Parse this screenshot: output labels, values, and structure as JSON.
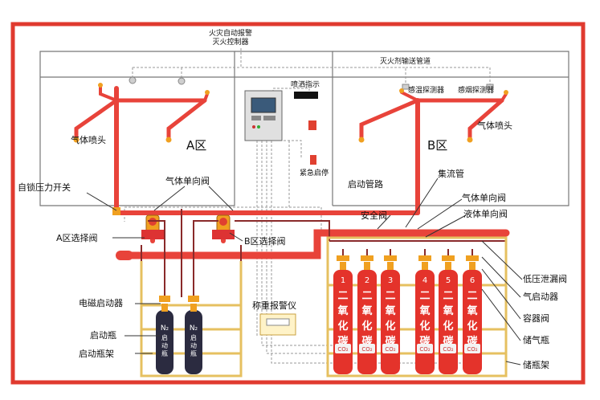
{
  "controller": "火灾自动报警\n灭火控制器",
  "labels": {
    "pipe_header": "灭火剂输送管道",
    "spray_indicator": "喷洒指示",
    "emergency_stop": "紧急启停",
    "temp_detector": "感温探测器",
    "smoke_detector": "感烟探测器",
    "nozzle_a": "气体喷头",
    "nozzle_b": "气体喷头",
    "zone_a": "A区",
    "zone_b": "B区",
    "self_lock_switch": "自锁压力开关",
    "gas_check_valve_left": "气体单向阀",
    "start_pipe": "启动管路",
    "manifold": "集流管",
    "gas_check_valve_right": "气体单向阀",
    "safety_valve": "安全阀",
    "liquid_check_valve": "液体单向阀",
    "select_valve_a": "A区选择阀",
    "select_valve_b": "B区选择阀",
    "low_pressure_leak_valve": "低压泄漏阀",
    "gas_actuator": "气启动器",
    "container_valve": "容器阀",
    "storage_bottle": "储气瓶",
    "storage_rack": "储瓶架",
    "solenoid_actuator": "电磁启动器",
    "start_bottle": "启动瓶",
    "start_bottle_rack": "启动瓶架",
    "weighing_alarm": "称重报警仪"
  },
  "n2_bottles": [
    {
      "formula": "N₂",
      "text": "启\n动\n瓶"
    },
    {
      "formula": "N₂",
      "text": "启\n动\n瓶"
    }
  ],
  "co2_bottles": [
    {
      "number": "1",
      "text": "二\n氧\n化\n碳",
      "formula": "CO₂"
    },
    {
      "number": "2",
      "text": "二\n氧\n化\n碳",
      "formula": "CO₂"
    },
    {
      "number": "3",
      "text": "二\n氧\n化\n碳",
      "formula": "CO₂"
    },
    {
      "number": "4",
      "text": "二\n氧\n化\n碳",
      "formula": "CO₂"
    },
    {
      "number": "5",
      "text": "二\n氧\n化\n碳",
      "formula": "CO₂"
    },
    {
      "number": "6",
      "text": "二\n氧\n化\n碳",
      "formula": "CO₂"
    }
  ],
  "colors": {
    "frame": "#e03a2f",
    "pipe": "#e8433a",
    "bottle": "#e4332b",
    "n2_bottle": "#2b2b40",
    "rack": "#e6c060",
    "valve": "#f0a020",
    "wire": "#8a2a2a"
  }
}
